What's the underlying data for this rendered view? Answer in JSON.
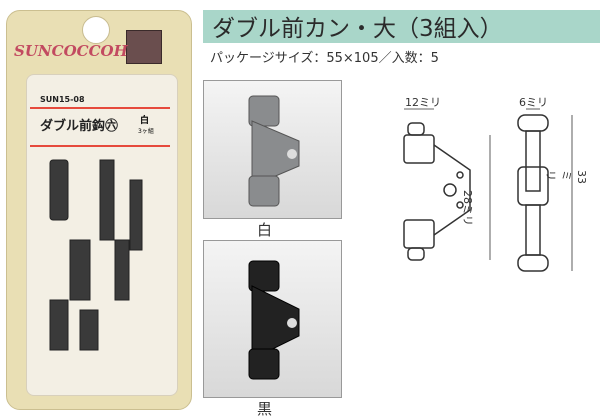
{
  "package": {
    "brand": "SUNCOCCOH",
    "code": "SUN15-08",
    "name": "ダブル前鈎㊅",
    "color": "白",
    "count": "3ヶ組"
  },
  "header": {
    "title": "ダブル前カン・大（3組入）",
    "subtitle": "パッケージサイズ：55×105／入数：5"
  },
  "photos": [
    {
      "label": "白"
    },
    {
      "label": "黒"
    }
  ],
  "diagrams": {
    "front_width": "12ミリ",
    "front_height": "28ミリ",
    "side_width": "6ミリ",
    "side_height": "33ミリ"
  },
  "colors": {
    "title_band": "#a9d6c9",
    "package": "#e9dfb4",
    "accent": "#e64a3c"
  }
}
